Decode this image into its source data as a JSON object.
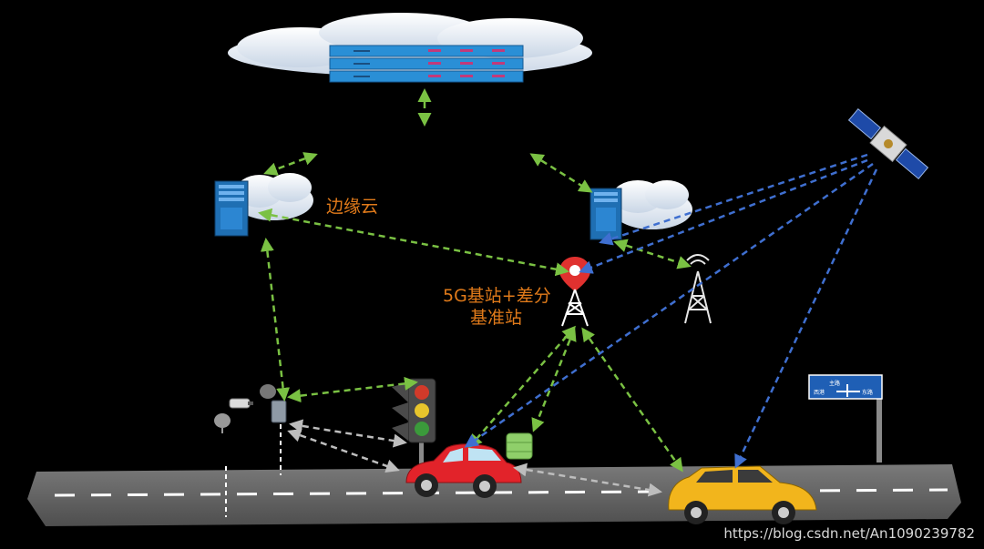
{
  "labels": {
    "edge_cloud": "边缘云",
    "base_station_line1": "5G基站+差分",
    "base_station_line2": "基准站"
  },
  "sign": {
    "top": "主路",
    "left": "西港",
    "right": "东路"
  },
  "watermark": "https://blog.csdn.net/An1090239782",
  "colors": {
    "background": "#000000",
    "green_link": "#7ac143",
    "blue_link": "#3f6fd0",
    "grey_link": "#bdbdbd",
    "label_orange": "#e07a1a",
    "road": "#6e6e6e",
    "server_blue": "#1f6fb3"
  }
}
